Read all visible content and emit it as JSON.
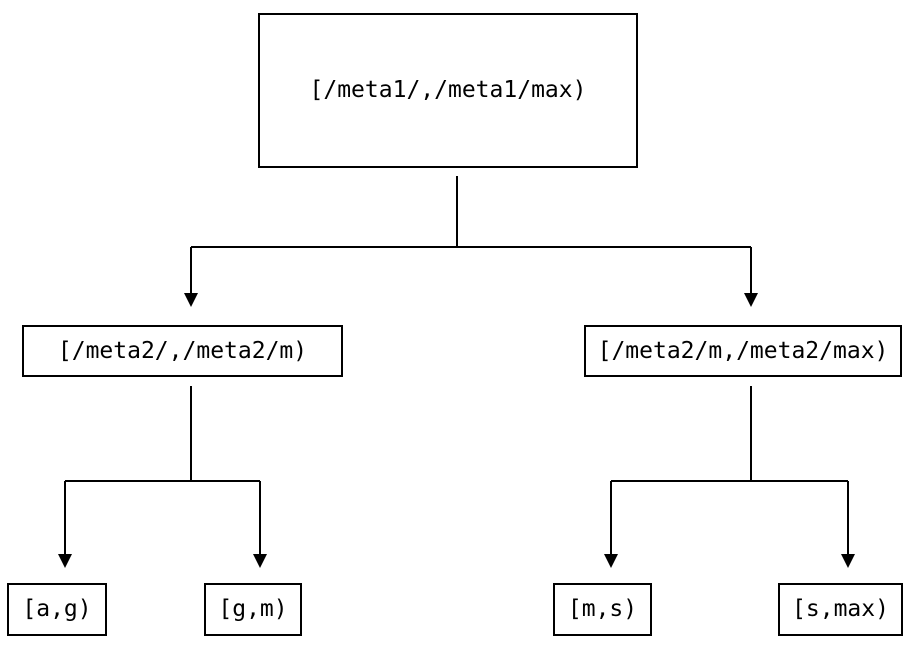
{
  "diagram": {
    "type": "tree",
    "background_color": "#ffffff",
    "line_color": "#000000",
    "box_border_color": "#000000",
    "text_color": "#000000",
    "nodes": [
      {
        "id": "root",
        "label": "[/meta1/,/meta1/max)"
      },
      {
        "id": "l2-left",
        "label": "[/meta2/,/meta2/m)"
      },
      {
        "id": "l2-right",
        "label": "[/meta2/m,/meta2/max)"
      },
      {
        "id": "leaf-ag",
        "label": "[a,g)"
      },
      {
        "id": "leaf-gm",
        "label": "[g,m)"
      },
      {
        "id": "leaf-ms",
        "label": "[m,s)"
      },
      {
        "id": "leaf-smax",
        "label": "[s,max)"
      }
    ],
    "edges": [
      {
        "from": "root",
        "to": [
          "l2-left",
          "l2-right"
        ]
      },
      {
        "from": "l2-left",
        "to": [
          "leaf-ag",
          "leaf-gm"
        ]
      },
      {
        "from": "l2-right",
        "to": [
          "leaf-ms",
          "leaf-smax"
        ]
      }
    ]
  }
}
